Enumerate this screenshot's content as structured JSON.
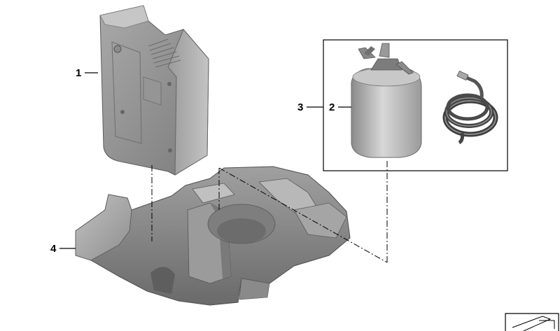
{
  "diagram": {
    "callouts": {
      "c1": "1",
      "c2": "2",
      "c3": "3",
      "c4": "4"
    },
    "colors": {
      "part_dark": "#6e6e6e",
      "part_mid": "#8c8c8c",
      "part_light": "#b4b4b4",
      "part_highlight": "#d2d2d2",
      "line": "#000000"
    },
    "icons": [
      "compressor-unit-icon",
      "sealant-bottle-icon",
      "air-hose-icon",
      "foam-tray-icon",
      "page-corner-icon"
    ]
  }
}
